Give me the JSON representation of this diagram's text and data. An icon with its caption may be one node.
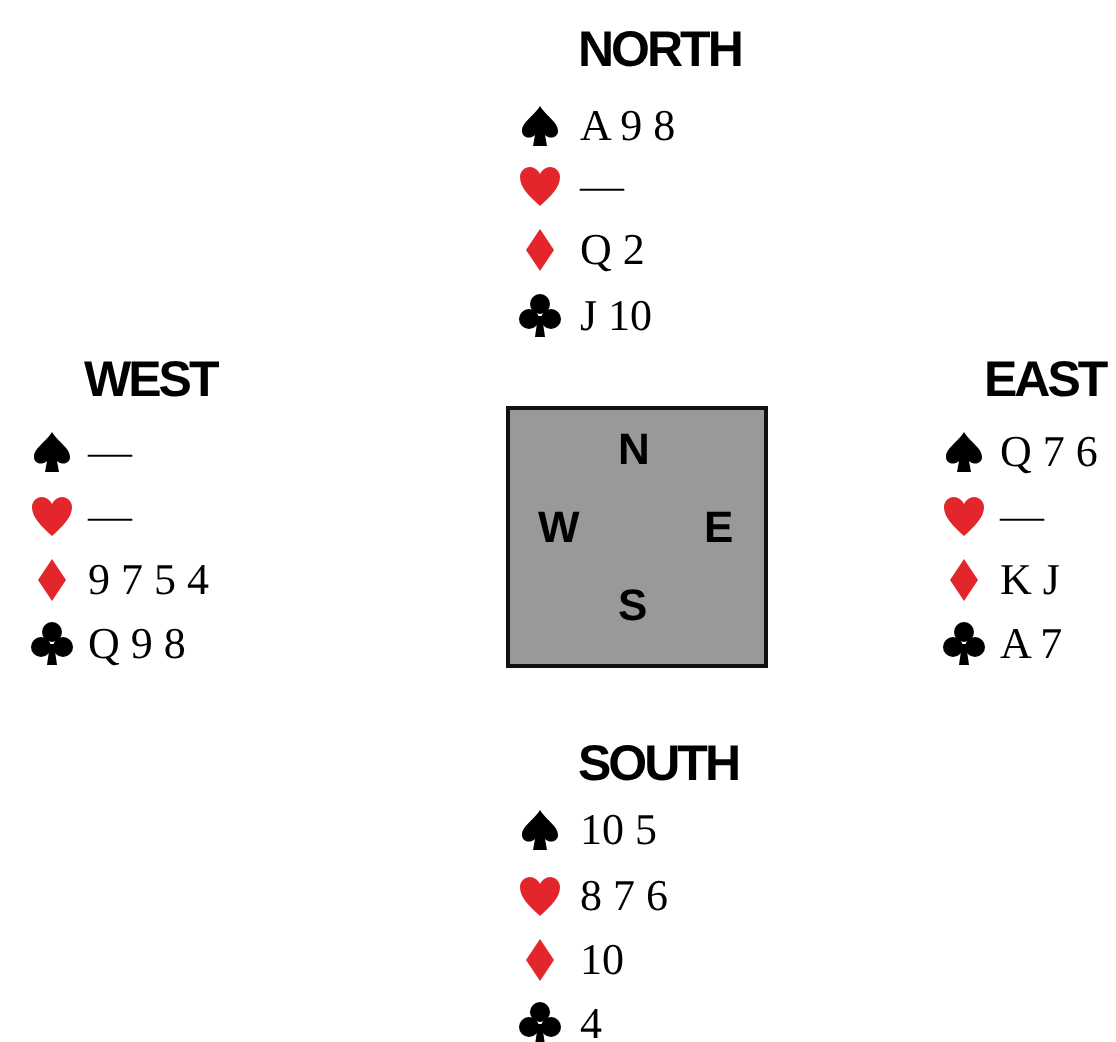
{
  "diagram": {
    "nodes": [
      {
        "text": [
          "N",
          "W",
          "E",
          "S"
        ]
      }
    ],
    "labels": [
      "NORTH",
      "A 9 8",
      "—",
      "Q 2",
      "J 10",
      "WEST",
      "—",
      "—",
      "9 7 5 4",
      "Q 9 8",
      "EAST",
      "Q 7 6",
      "—",
      "K J",
      "A 7",
      "SOUTH",
      "10 5",
      "8 7 6",
      "10",
      "4"
    ]
  }
}
